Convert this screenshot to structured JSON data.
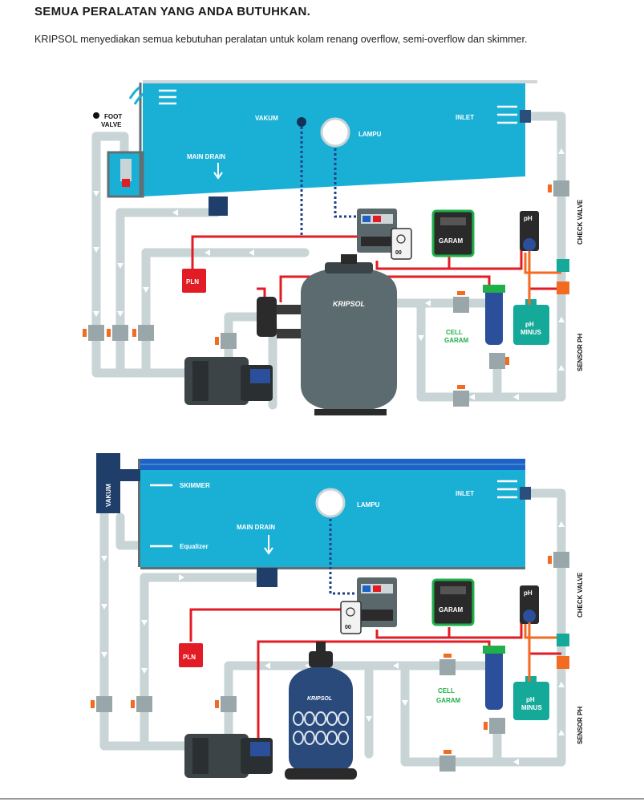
{
  "header": {
    "title": "SEMUA PERALATAN YANG ANDA BUTUHKAN.",
    "subtitle": "KRIPSOL menyediakan semua kebutuhan peralatan untuk kolam renang overflow, semi-overflow dan skimmer."
  },
  "diagram_top": {
    "foot_valve": [
      "FOOT",
      "VALVE"
    ],
    "vakum": "VAKUM",
    "lampu": "LAMPU",
    "inlet": "INLET",
    "main_drain": "MAIN DRAIN",
    "garam": "GARAM",
    "ph": "pH",
    "ph_minus": [
      "pH",
      "MINUS"
    ],
    "pln": "PLN",
    "brand": "KRIPSOL",
    "cell_garam": [
      "CELL",
      "GARAM"
    ],
    "check_valve": "CHECK VALVE",
    "sensor_ph": "SENSOR PH"
  },
  "diagram_bottom": {
    "vakum": "VAKUM",
    "skimmer": "SKIMMER",
    "lampu": "LAMPU",
    "inlet": "INLET",
    "main_drain": "MAIN DRAIN",
    "equalizer": "Equalizer",
    "garam": "GARAM",
    "ph": "pH",
    "ph_minus": [
      "pH",
      "MINUS"
    ],
    "pln": "PLN",
    "brand": "KRIPSOL",
    "cell_garam": [
      "CELL",
      "GARAM"
    ],
    "check_valve": "CHECK VALVE",
    "sensor_ph": "SENSOR PH"
  },
  "colors": {
    "water": "#1ab0d6",
    "pipe": "#c9d4d6",
    "wire": "#e21c24",
    "garam_green": "#20b04a",
    "ph_minus_teal": "#15a99a",
    "filter_gray": "#5b6b70",
    "filter_blue": "#2a4a7c"
  }
}
